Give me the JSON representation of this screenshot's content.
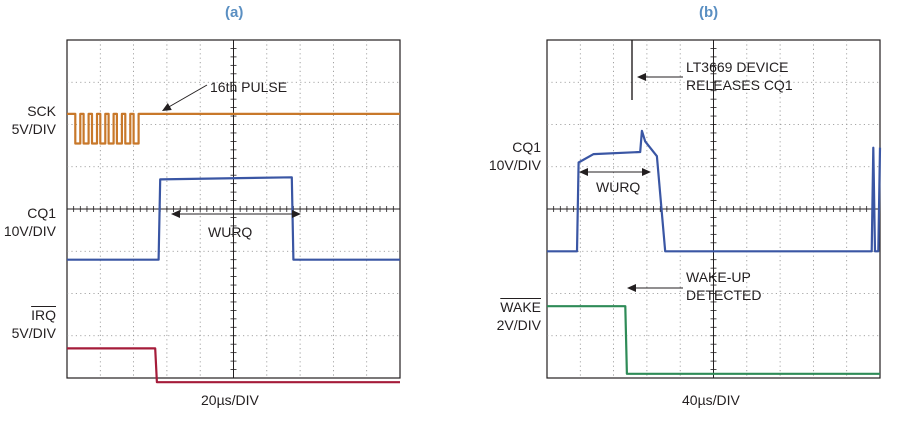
{
  "chart_data": [
    {
      "type": "line",
      "panel": "(a)",
      "time_base": "20µs/DIV",
      "divisions": {
        "x": 10,
        "y": 8
      },
      "grid": true,
      "channels": [
        {
          "id": "sck",
          "label": "SCK",
          "scale": "5V/DIV",
          "color": "#c8782a",
          "description": "clock burst, 8 pulses, last is 16th PULSE",
          "points": [
            [
              0,
              0.0
            ],
            [
              0.25,
              0.0
            ],
            [
              0.25,
              -0.7
            ],
            [
              0.4,
              -0.7
            ],
            [
              0.4,
              0.0
            ],
            [
              0.5,
              0.0
            ],
            [
              0.5,
              -0.7
            ],
            [
              0.65,
              -0.7
            ],
            [
              0.65,
              0.0
            ],
            [
              0.75,
              0.0
            ],
            [
              0.75,
              -0.7
            ],
            [
              0.9,
              -0.7
            ],
            [
              0.9,
              0.0
            ],
            [
              1.0,
              0.0
            ],
            [
              1.0,
              -0.7
            ],
            [
              1.15,
              -0.7
            ],
            [
              1.15,
              0.0
            ],
            [
              1.25,
              0.0
            ],
            [
              1.25,
              -0.7
            ],
            [
              1.4,
              -0.7
            ],
            [
              1.4,
              0.0
            ],
            [
              1.5,
              0.0
            ],
            [
              1.5,
              -0.7
            ],
            [
              1.65,
              -0.7
            ],
            [
              1.65,
              0.0
            ],
            [
              1.75,
              0.0
            ],
            [
              1.75,
              -0.7
            ],
            [
              1.9,
              -0.7
            ],
            [
              1.9,
              0.0
            ],
            [
              2.0,
              0.0
            ],
            [
              2.0,
              -0.7
            ],
            [
              2.15,
              -0.7
            ],
            [
              2.15,
              0.0
            ],
            [
              10,
              0.0
            ]
          ],
          "baseline_div": 1.75
        },
        {
          "id": "cq1",
          "label": "CQ1",
          "scale": "10V/DIV",
          "color": "#3a56a4",
          "points": [
            [
              0,
              0
            ],
            [
              2.75,
              0
            ],
            [
              2.8,
              1.9
            ],
            [
              6.75,
              1.95
            ],
            [
              6.8,
              0
            ],
            [
              10,
              0
            ]
          ],
          "baseline_div": 5.2
        },
        {
          "id": "irq",
          "label": "IRQ",
          "scale": "5V/DIV",
          "color": "#a51c3a",
          "overline": true,
          "points": [
            [
              0,
              0
            ],
            [
              2.65,
              0
            ],
            [
              2.7,
              -0.8
            ],
            [
              10,
              -0.8
            ]
          ],
          "baseline_div": 7.3
        }
      ],
      "annotations": [
        {
          "text": "16th PULSE",
          "target": "sck"
        },
        {
          "text": "WURQ",
          "target": "cq1",
          "span": [
            3.3,
            6.9
          ]
        }
      ]
    },
    {
      "type": "line",
      "panel": "(b)",
      "time_base": "40µs/DIV",
      "divisions": {
        "x": 10,
        "y": 8
      },
      "grid": true,
      "channels": [
        {
          "id": "cq1b",
          "label": "CQ1",
          "scale": "10V/DIV",
          "color": "#3a56a4",
          "points": [
            [
              0,
              0
            ],
            [
              0.9,
              0
            ],
            [
              0.95,
              2.1
            ],
            [
              1.4,
              2.3
            ],
            [
              2.8,
              2.35
            ],
            [
              2.85,
              2.85
            ],
            [
              2.95,
              2.6
            ],
            [
              3.3,
              2.25
            ],
            [
              3.55,
              0
            ],
            [
              9.75,
              0
            ],
            [
              9.8,
              2.45
            ],
            [
              9.85,
              0
            ],
            [
              9.95,
              0
            ],
            [
              10,
              2.45
            ]
          ],
          "baseline_div": 5.0
        },
        {
          "id": "wake",
          "label": "WAKE",
          "scale": "2V/DIV",
          "color": "#2e8b57",
          "overline": true,
          "points": [
            [
              0,
              0
            ],
            [
              2.35,
              0
            ],
            [
              2.4,
              -1.6
            ],
            [
              10,
              -1.6
            ]
          ],
          "baseline_div": 6.3
        }
      ],
      "annotations": [
        {
          "text": "LT3669 DEVICE",
          "target": "cq1b"
        },
        {
          "text": "RELEASES CQ1",
          "target": "cq1b"
        },
        {
          "text": "WURQ",
          "target": "cq1b",
          "span": [
            1.0,
            3.6
          ]
        },
        {
          "text": "WAKE-UP",
          "target": "wake"
        },
        {
          "text": "DETECTED",
          "target": "wake"
        }
      ]
    }
  ]
}
